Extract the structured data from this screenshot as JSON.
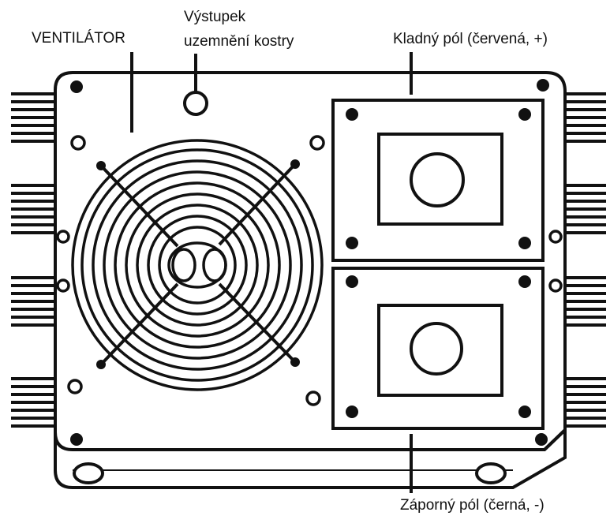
{
  "labels": {
    "fan": "VENTILÁTOR",
    "ground_line1": "Výstupek",
    "ground_line2": "uzemnění kostry",
    "positive": "Kladný pól (červená, +)",
    "negative": "Záporný pól (černá, -)"
  },
  "colors": {
    "line": "#111111",
    "background": "#ffffff"
  }
}
